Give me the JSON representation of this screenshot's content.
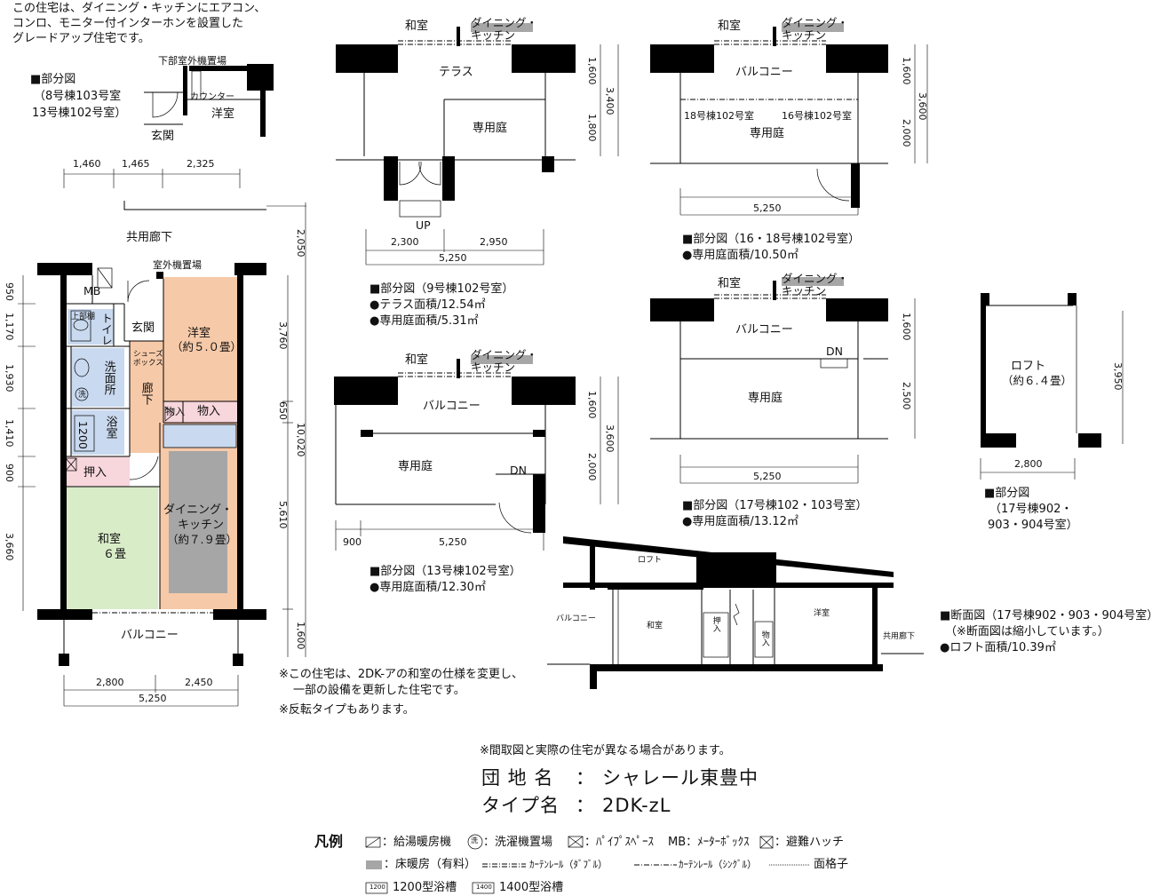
{
  "intro": {
    "line1": "この住宅は、ダイニング・キッチンにエアコン、",
    "line2": "コンロ、モニター付インターホンを設置した",
    "line3": "グレードアップ住宅です。"
  },
  "partial1": {
    "title": "■部分図",
    "l1": "（8号棟103号室",
    "l2": "13号棟102号室）",
    "outdoor": "下部室外機置場",
    "counter": "カウンター",
    "entrance": "玄関",
    "western": "洋室"
  },
  "main": {
    "corridor": "共用廊下",
    "outdoor_unit": "室外機置場",
    "mb": "MB",
    "upper": "上部棚",
    "toilet": "トイレ",
    "entrance": "玄関",
    "western": "洋室",
    "western_size": "（約５.０畳）",
    "shoes": "シューズ",
    "box": "ボックス",
    "washroom": "洗面所",
    "hall": "廊下",
    "storage_small": "物入",
    "storage": "物入",
    "bath": "浴室",
    "tub": "1200",
    "closet": "押入",
    "dining": "ダイニング・",
    "kitchen": "キッチン",
    "dk_size": "（約７.９畳）",
    "japanese": "和室",
    "japanese_size": "６畳",
    "balcony": "バルコニー",
    "dims_top": [
      "1,460",
      "1,465",
      "2,325"
    ],
    "dims_bottom": [
      "2,800",
      "2,450"
    ],
    "dim_total": "5,250",
    "dims_left": [
      "950",
      "1,170",
      "1,930",
      "1,410",
      "900",
      "3,660"
    ],
    "dims_right": [
      "2,050",
      "3,760",
      "650",
      "10,020",
      "5,610",
      "1,600"
    ]
  },
  "notes": {
    "n1": "※この住宅は、2DK-アの和室の仕様を変更し、",
    "n2": "一部の設備を更新した住宅です。",
    "n3": "※反転タイプもあります。"
  },
  "p9": {
    "japanese": "和室",
    "dk1": "ダイニング・",
    "dk2": "キッチン",
    "terrace": "テラス",
    "garden": "専用庭",
    "up": "UP",
    "dims": [
      "2,300",
      "2,950",
      "5,250"
    ],
    "vdims": [
      "1,600",
      "1,800",
      "3,400"
    ],
    "title": "■部分図（9号棟102号室）",
    "area1": "●テラス面積/12.54㎡",
    "area2": "●専用庭面積/5.31㎡"
  },
  "p16": {
    "japanese": "和室",
    "dk1": "ダイニング・",
    "dk2": "キッチン",
    "balcony": "バルコニー",
    "r18": "18号棟102号室",
    "r16": "16号棟102号室",
    "garden": "専用庭",
    "dim": "5,250",
    "vdims": [
      "1,600",
      "2,000",
      "3,600"
    ],
    "title": "■部分図（16・18号棟102号室）",
    "area": "●専用庭面積/10.50㎡"
  },
  "p13": {
    "japanese": "和室",
    "dk1": "ダイニング・",
    "dk2": "キッチン",
    "balcony": "バルコニー",
    "garden": "専用庭",
    "dn": "DN",
    "dims": [
      "900",
      "5,250"
    ],
    "vdims": [
      "1,600",
      "2,000",
      "3,600"
    ],
    "title": "■部分図（13号棟102号室）",
    "area": "●専用庭面積/12.30㎡"
  },
  "p17": {
    "japanese": "和室",
    "dk1": "ダイニング・",
    "dk2": "キッチン",
    "balcony": "バルコニー",
    "dn": "DN",
    "garden": "専用庭",
    "dim": "5,250",
    "vdims": [
      "1,600",
      "2,500"
    ],
    "title": "■部分図（17号棟102・103号室）",
    "area": "●専用庭面積/13.12㎡"
  },
  "loft": {
    "name": "ロフト",
    "size": "（約６.４畳）",
    "dim": "2,800",
    "vdim": "3,950",
    "title": "■部分図",
    "l1": "（17号棟902・",
    "l2": "903・904号室）"
  },
  "section": {
    "loft": "ロフト",
    "balcony": "バルコニー",
    "japanese": "和室",
    "closet": "押入",
    "storage": "物入",
    "western": "洋室",
    "corridor": "共用廊下",
    "title": "■断面図（17号棟902・903・904号室）",
    "note": "（※断面図は縮小しています。）",
    "area": "●ロフト面積/10.39㎡"
  },
  "footer": {
    "disclaimer": "※間取図と実際の住宅が異なる場合があります。",
    "name_label": "団 地 名",
    "colon": "：",
    "name": "シャレール東豊中",
    "type_label": "タイプ名",
    "type": "2DK-zL"
  },
  "legend": {
    "title": "凡例",
    "i1": "：給湯暖房機",
    "i2": "：洗濯機置場",
    "i3": "：ﾊﾟｲﾌﾟｽﾍﾟｰｽ",
    "i4": "MB：ﾒｰﾀｰﾎﾞｯｸｽ",
    "i5": "：避難ハッチ",
    "i6": "：床暖房（有料）",
    "i7": "ｶｰﾃﾝﾚｰﾙ（ﾀﾞﾌﾞﾙ）",
    "i8": "ｶｰﾃﾝﾚｰﾙ（ｼﾝｸﾞﾙ）",
    "i9": "面格子",
    "i10": "1200型浴槽",
    "i11": "1400型浴槽",
    "tub1": "1200",
    "tub2": "1400",
    "wash": "洗"
  },
  "colors": {
    "western": "#f6c9a8",
    "japanese": "#d9ecc8",
    "wet": "#c9d9ef",
    "pink": "#f7d6dc",
    "floorheat": "#a6a6a6",
    "hall": "#f6c9a8"
  }
}
